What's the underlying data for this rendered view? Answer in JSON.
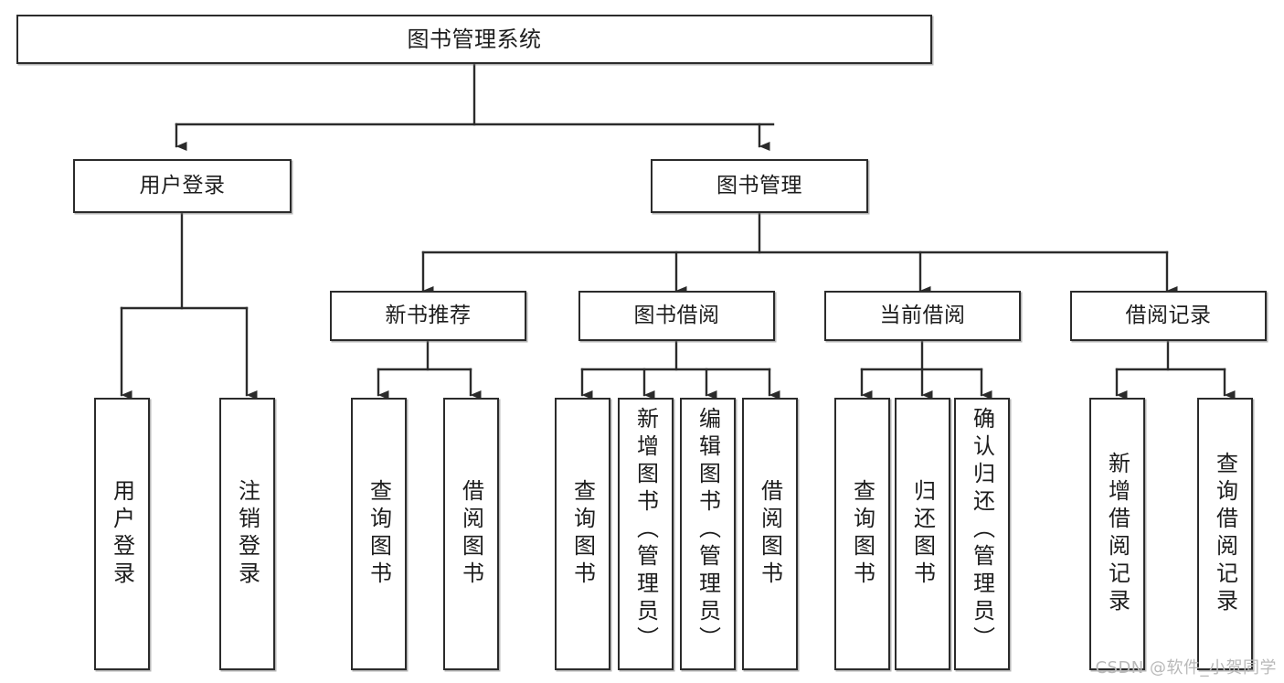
{
  "diagram": {
    "title": "图书管理系统",
    "type": "hierarchy-tree",
    "watermark": "CSDN @软件_小贺同学",
    "colors": {
      "border": "#2b2b2b",
      "text": "#1d1d1d",
      "background": "#ffffff",
      "watermark": "#b9b9b9"
    },
    "nodes": {
      "root": {
        "label": "图书管理系统"
      },
      "level1": [
        {
          "label": "用户登录"
        },
        {
          "label": "图书管理"
        }
      ],
      "level2": [
        {
          "label": "新书推荐"
        },
        {
          "label": "图书借阅"
        },
        {
          "label": "当前借阅"
        },
        {
          "label": "借阅记录"
        }
      ],
      "leaves": {
        "user_login": [
          {
            "label": "用户登录"
          },
          {
            "label": "注销登录"
          }
        ],
        "new_book_recommend": [
          {
            "label": "查询图书"
          },
          {
            "label": "借阅图书"
          }
        ],
        "book_borrow": [
          {
            "label": "查询图书"
          },
          {
            "label": "新增图书（管理员）"
          },
          {
            "label": "编辑图书（管理员）"
          },
          {
            "label": "借阅图书"
          }
        ],
        "current_borrow": [
          {
            "label": "查询图书"
          },
          {
            "label": "归还图书"
          },
          {
            "label": "确认归还（管理员）"
          }
        ],
        "borrow_records": [
          {
            "label": "新增借阅记录"
          },
          {
            "label": "查询借阅记录"
          }
        ]
      }
    }
  }
}
